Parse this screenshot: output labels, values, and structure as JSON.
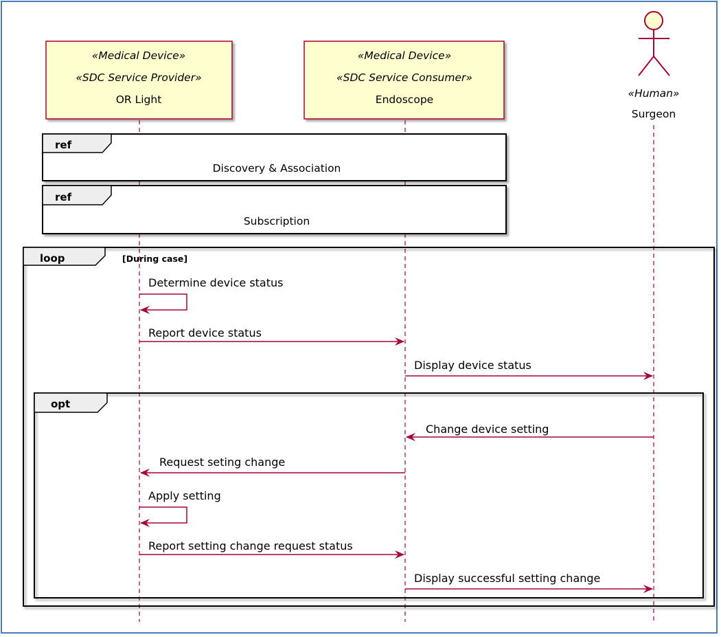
{
  "participants": [
    {
      "id": "or_light",
      "stereotypes": [
        "«Medical Device»",
        "«SDC Service Provider»"
      ],
      "name": "OR Light",
      "kind": "box"
    },
    {
      "id": "endoscope",
      "stereotypes": [
        "«Medical Device»",
        "«SDC Service Consumer»"
      ],
      "name": "Endoscope",
      "kind": "box"
    },
    {
      "id": "surgeon",
      "stereotypes": [
        "«Human»"
      ],
      "name": "Surgeon",
      "kind": "actor"
    }
  ],
  "refs": [
    {
      "tag": "ref",
      "text": "Discovery & Association"
    },
    {
      "tag": "ref",
      "text": "Subscription"
    }
  ],
  "loop": {
    "tag": "loop",
    "guard": "[During case]"
  },
  "opt": {
    "tag": "opt"
  },
  "messages": [
    {
      "from": "or_light",
      "to": "or_light",
      "text": "Determine device status"
    },
    {
      "from": "or_light",
      "to": "endoscope",
      "text": "Report device status"
    },
    {
      "from": "endoscope",
      "to": "surgeon",
      "text": "Display device status"
    },
    {
      "from": "surgeon",
      "to": "endoscope",
      "text": "Change device setting"
    },
    {
      "from": "endoscope",
      "to": "or_light",
      "text": "Request seting change"
    },
    {
      "from": "or_light",
      "to": "or_light",
      "text": "Apply setting"
    },
    {
      "from": "or_light",
      "to": "endoscope",
      "text": "Report setting change request status"
    },
    {
      "from": "endoscope",
      "to": "surgeon",
      "text": "Display successful setting change"
    }
  ],
  "colors": {
    "participant_fill": "#fefece",
    "participant_border": "#a80036",
    "arrow": "#a80036",
    "frame_border": "#000000",
    "tab_fill": "#eeeeee",
    "outer_border": "#4a7ebb"
  }
}
